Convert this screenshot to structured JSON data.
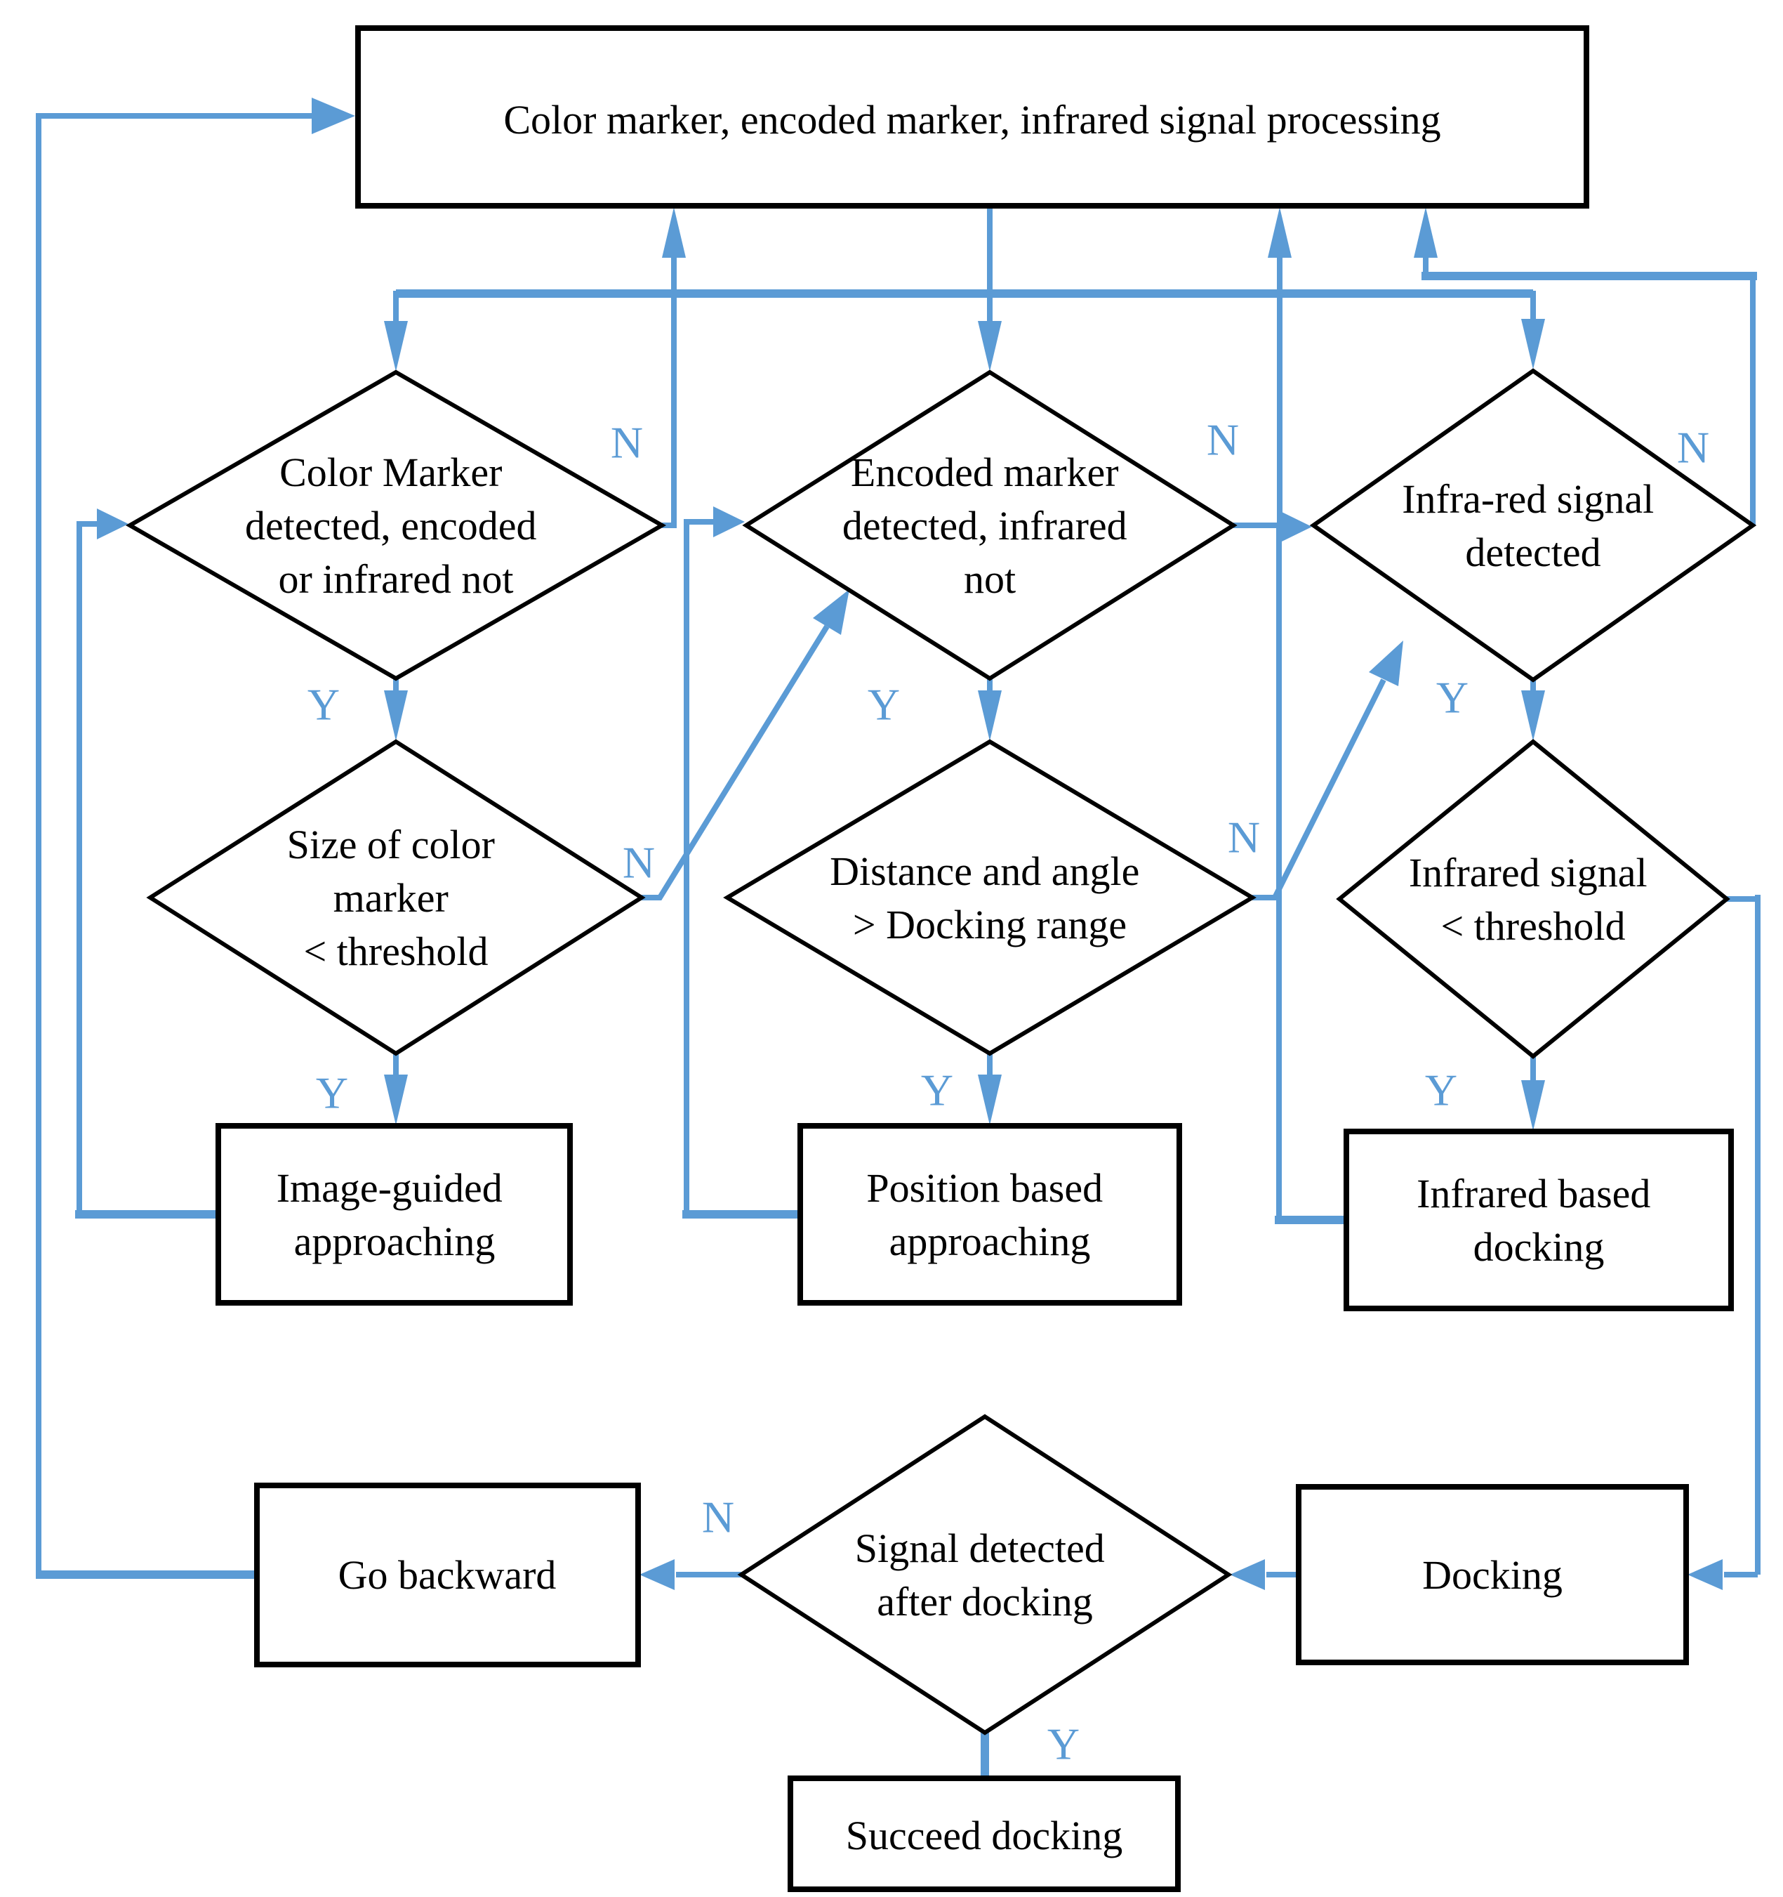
{
  "colors": {
    "connector_blue": "#5B9BD5",
    "shape_border": "#000000",
    "text_color": "#000000",
    "background": "#FFFFFF"
  },
  "legend": {
    "yes": "Y",
    "no": "N"
  },
  "nodes": {
    "process": {
      "type": "process",
      "lines": [
        "Color marker, encoded marker, infrared signal processing"
      ]
    },
    "color_marker_detected": {
      "type": "decision",
      "lines": [
        "Color Marker",
        "detected, encoded",
        "or infrared not"
      ]
    },
    "encoded_marker_detected": {
      "type": "decision",
      "lines": [
        "Encoded marker",
        "detected, infrared",
        "not"
      ]
    },
    "infrared_detected": {
      "type": "decision",
      "lines": [
        "Infra-red signal",
        "detected"
      ]
    },
    "size_threshold": {
      "type": "decision",
      "lines": [
        "Size of color",
        "marker",
        "< threshold"
      ]
    },
    "distance_range": {
      "type": "decision",
      "lines": [
        "Distance and angle",
        "> Docking range"
      ]
    },
    "infrared_threshold": {
      "type": "decision",
      "lines": [
        "Infrared signal",
        "< threshold"
      ]
    },
    "image_guided": {
      "type": "process",
      "lines": [
        "Image-guided",
        "approaching"
      ]
    },
    "position_based": {
      "type": "process",
      "lines": [
        "Position based",
        "approaching"
      ]
    },
    "infrared_docking": {
      "type": "process",
      "lines": [
        "Infrared based",
        "docking"
      ]
    },
    "go_backward": {
      "type": "process",
      "lines": [
        "Go backward"
      ]
    },
    "signal_after_docking": {
      "type": "decision",
      "lines": [
        "Signal detected",
        "after docking"
      ]
    },
    "docking": {
      "type": "process",
      "lines": [
        "Docking"
      ]
    },
    "succeed_docking": {
      "type": "process",
      "lines": [
        "Succeed docking"
      ]
    }
  }
}
